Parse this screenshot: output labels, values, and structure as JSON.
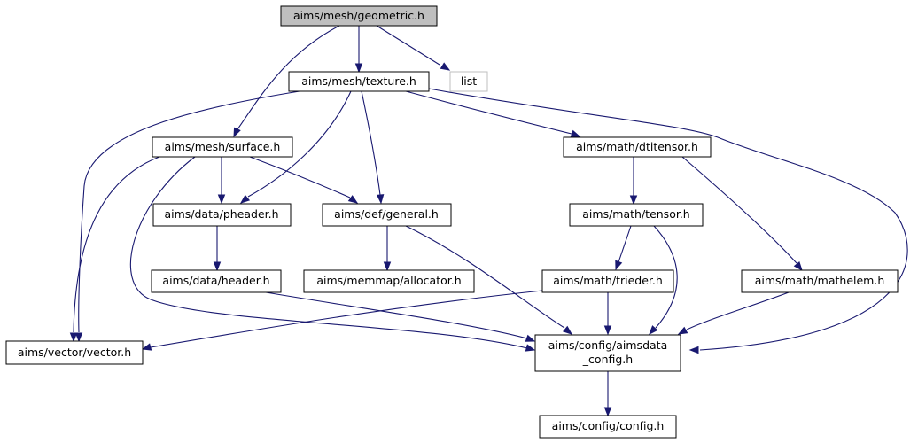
{
  "nodes": [
    {
      "id": "geometric",
      "lines": [
        "aims/mesh/geometric.h"
      ],
      "kind": "root"
    },
    {
      "id": "list",
      "lines": [
        "list"
      ],
      "kind": "external"
    },
    {
      "id": "texture",
      "lines": [
        "aims/mesh/texture.h"
      ],
      "kind": "normal"
    },
    {
      "id": "surface",
      "lines": [
        "aims/mesh/surface.h"
      ],
      "kind": "normal"
    },
    {
      "id": "dtitensor",
      "lines": [
        "aims/math/dtitensor.h"
      ],
      "kind": "normal"
    },
    {
      "id": "pheader",
      "lines": [
        "aims/data/pheader.h"
      ],
      "kind": "normal"
    },
    {
      "id": "general",
      "lines": [
        "aims/def/general.h"
      ],
      "kind": "normal"
    },
    {
      "id": "tensor",
      "lines": [
        "aims/math/tensor.h"
      ],
      "kind": "normal"
    },
    {
      "id": "header",
      "lines": [
        "aims/data/header.h"
      ],
      "kind": "normal"
    },
    {
      "id": "allocator",
      "lines": [
        "aims/memmap/allocator.h"
      ],
      "kind": "normal"
    },
    {
      "id": "trieder",
      "lines": [
        "aims/math/trieder.h"
      ],
      "kind": "normal"
    },
    {
      "id": "mathelem",
      "lines": [
        "aims/math/mathelem.h"
      ],
      "kind": "normal"
    },
    {
      "id": "vector",
      "lines": [
        "aims/vector/vector.h"
      ],
      "kind": "normal"
    },
    {
      "id": "aimsdata_config",
      "lines": [
        "aims/config/aimsdata",
        "_config.h"
      ],
      "kind": "normal"
    },
    {
      "id": "config",
      "lines": [
        "aims/config/config.h"
      ],
      "kind": "normal"
    }
  ],
  "edges": [
    {
      "from": "geometric",
      "to": "texture"
    },
    {
      "from": "geometric",
      "to": "list"
    },
    {
      "from": "geometric",
      "to": "surface"
    },
    {
      "from": "texture",
      "to": "vector"
    },
    {
      "from": "texture",
      "to": "pheader"
    },
    {
      "from": "texture",
      "to": "general"
    },
    {
      "from": "texture",
      "to": "dtitensor"
    },
    {
      "from": "texture",
      "to": "aimsdata_config"
    },
    {
      "from": "surface",
      "to": "vector"
    },
    {
      "from": "surface",
      "to": "pheader"
    },
    {
      "from": "surface",
      "to": "general"
    },
    {
      "from": "surface",
      "to": "aimsdata_config"
    },
    {
      "from": "pheader",
      "to": "header"
    },
    {
      "from": "general",
      "to": "allocator"
    },
    {
      "from": "general",
      "to": "aimsdata_config"
    },
    {
      "from": "dtitensor",
      "to": "tensor"
    },
    {
      "from": "dtitensor",
      "to": "mathelem"
    },
    {
      "from": "tensor",
      "to": "trieder"
    },
    {
      "from": "tensor",
      "to": "aimsdata_config"
    },
    {
      "from": "trieder",
      "to": "vector"
    },
    {
      "from": "trieder",
      "to": "aimsdata_config"
    },
    {
      "from": "header",
      "to": "aimsdata_config"
    },
    {
      "from": "mathelem",
      "to": "aimsdata_config"
    },
    {
      "from": "aimsdata_config",
      "to": "config"
    }
  ],
  "colors": {
    "edge": "#191970",
    "root_fill": "#bfbfbf",
    "external_border": "#bfbfbf"
  }
}
